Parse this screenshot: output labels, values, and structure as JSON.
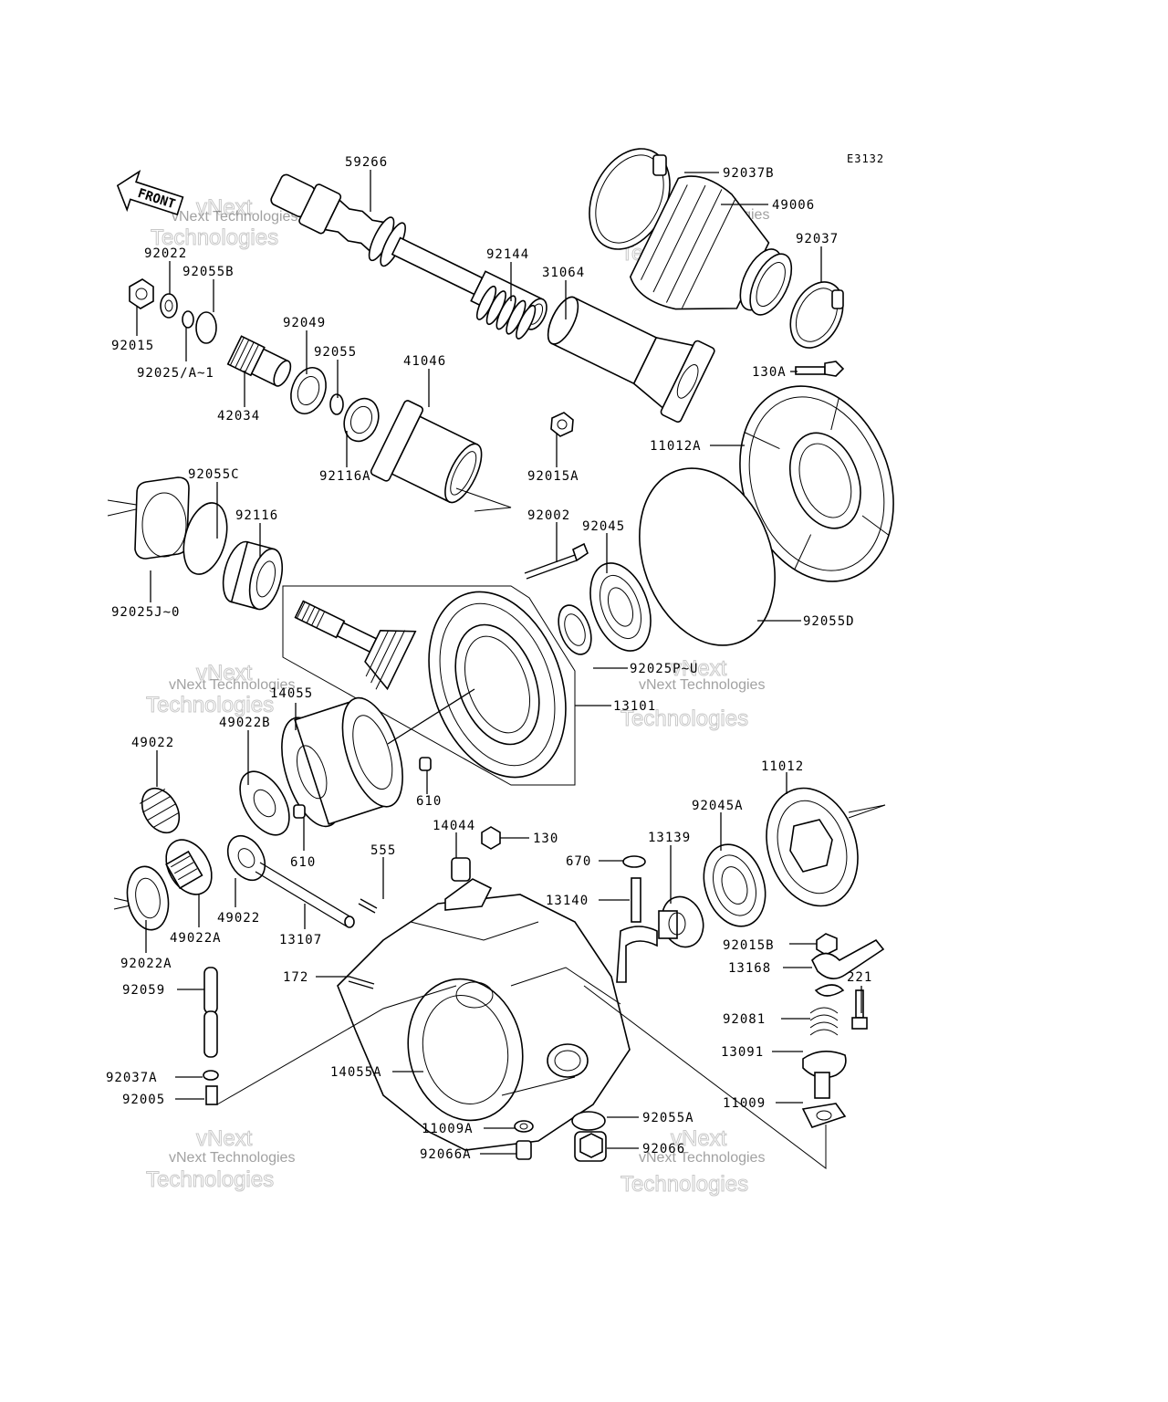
{
  "diagram": {
    "code": "E3132",
    "front_label": "FRONT",
    "watermark": {
      "line1": "vNext Technologies",
      "line2_a": "vNext",
      "line2_b": "Technologies"
    },
    "labels": [
      {
        "id": "59266",
        "text": "59266"
      },
      {
        "id": "92037B",
        "text": "92037B"
      },
      {
        "id": "49006",
        "text": "49006"
      },
      {
        "id": "92037",
        "text": "92037"
      },
      {
        "id": "92022",
        "text": "92022"
      },
      {
        "id": "92055B",
        "text": "92055B"
      },
      {
        "id": "92015",
        "text": "92015"
      },
      {
        "id": "92025A",
        "text": "92025/A~1"
      },
      {
        "id": "92144",
        "text": "92144"
      },
      {
        "id": "31064",
        "text": "31064"
      },
      {
        "id": "92049",
        "text": "92049"
      },
      {
        "id": "92055",
        "text": "92055"
      },
      {
        "id": "42034",
        "text": "42034"
      },
      {
        "id": "41046",
        "text": "41046"
      },
      {
        "id": "92116A",
        "text": "92116A"
      },
      {
        "id": "92015A",
        "text": "92015A"
      },
      {
        "id": "130A",
        "text": "130A"
      },
      {
        "id": "11012A",
        "text": "11012A"
      },
      {
        "id": "92055C",
        "text": "92055C"
      },
      {
        "id": "92116",
        "text": "92116"
      },
      {
        "id": "92025J",
        "text": "92025J~0"
      },
      {
        "id": "92002",
        "text": "92002"
      },
      {
        "id": "92045",
        "text": "92045"
      },
      {
        "id": "92055D",
        "text": "92055D"
      },
      {
        "id": "92025P",
        "text": "92025P~U"
      },
      {
        "id": "14055",
        "text": "14055"
      },
      {
        "id": "49022B",
        "text": "49022B"
      },
      {
        "id": "49022_top",
        "text": "49022"
      },
      {
        "id": "13101",
        "text": "13101"
      },
      {
        "id": "610_a",
        "text": "610"
      },
      {
        "id": "610_b",
        "text": "610"
      },
      {
        "id": "11012",
        "text": "11012"
      },
      {
        "id": "92045A",
        "text": "92045A"
      },
      {
        "id": "14044",
        "text": "14044"
      },
      {
        "id": "130",
        "text": "130"
      },
      {
        "id": "13139",
        "text": "13139"
      },
      {
        "id": "670",
        "text": "670"
      },
      {
        "id": "555",
        "text": "555"
      },
      {
        "id": "13140",
        "text": "13140"
      },
      {
        "id": "49022_bot",
        "text": "49022"
      },
      {
        "id": "49022A",
        "text": "49022A"
      },
      {
        "id": "13107",
        "text": "13107"
      },
      {
        "id": "92022A",
        "text": "92022A"
      },
      {
        "id": "92015B",
        "text": "92015B"
      },
      {
        "id": "13168",
        "text": "13168"
      },
      {
        "id": "172",
        "text": "172"
      },
      {
        "id": "92059",
        "text": "92059"
      },
      {
        "id": "221",
        "text": "221"
      },
      {
        "id": "92081",
        "text": "92081"
      },
      {
        "id": "13091",
        "text": "13091"
      },
      {
        "id": "92037A",
        "text": "92037A"
      },
      {
        "id": "14055A",
        "text": "14055A"
      },
      {
        "id": "92005",
        "text": "92005"
      },
      {
        "id": "11009",
        "text": "11009"
      },
      {
        "id": "11009A",
        "text": "11009A"
      },
      {
        "id": "92055A",
        "text": "92055A"
      },
      {
        "id": "92066A",
        "text": "92066A"
      },
      {
        "id": "92066",
        "text": "92066"
      }
    ]
  }
}
